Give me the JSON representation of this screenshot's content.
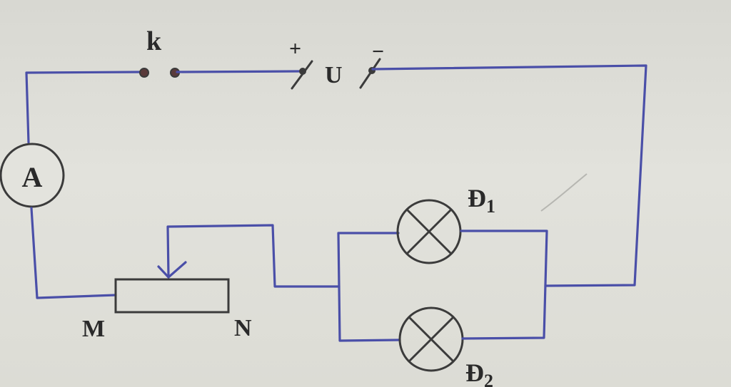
{
  "labels": {
    "switch": "k",
    "plus": "+",
    "source": "U",
    "minus": "−",
    "ammeter": "A",
    "rheostat_left": "M",
    "rheostat_right": "N",
    "lamp1_letter": "Đ",
    "lamp1_index": "1",
    "lamp2_letter": "Đ",
    "lamp2_index": "2"
  },
  "colors": {
    "wire": "#4a4fa8",
    "component": "#3b3b3b",
    "background": "#dcdcd6"
  }
}
